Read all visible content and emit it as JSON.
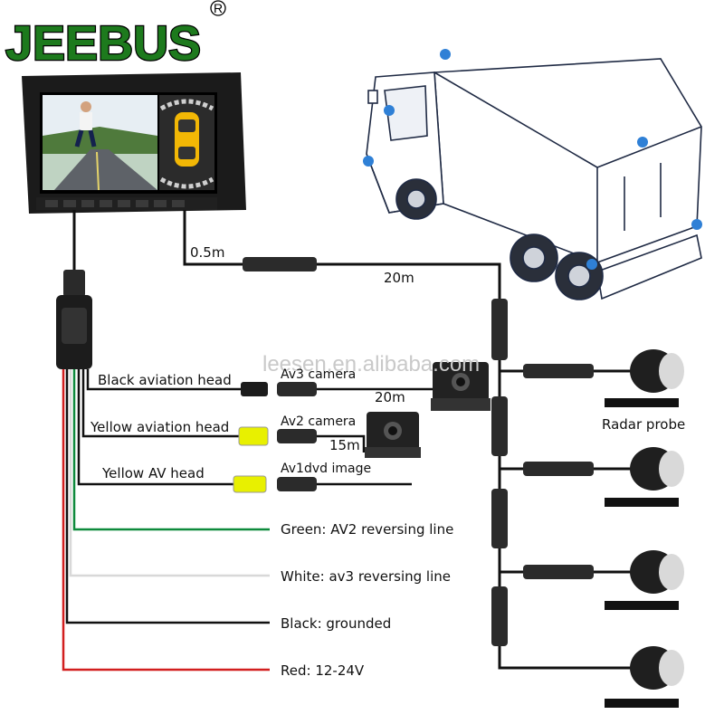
{
  "brand": {
    "name": "JEEBUS",
    "registered_mark": "R"
  },
  "watermark": "leesen.en.alibaba.com",
  "cables": {
    "monitor_lead": "0.5m",
    "radar_trunk": "20m",
    "av3_cable": "20m",
    "av2_cable": "15m"
  },
  "harness_labels": {
    "black_aviation": "Black aviation head",
    "yellow_aviation": "Yellow aviation head",
    "yellow_av": "Yellow AV head"
  },
  "inputs": {
    "av3": "Av3 camera",
    "av2": "Av2 camera",
    "av1": "Av1dvd image"
  },
  "wires": {
    "green": "Green: AV2 reversing line",
    "white": "White: av3 reversing line",
    "black": "Black: grounded",
    "red": "Red: 12-24V"
  },
  "radar_label": "Radar probe",
  "colors": {
    "brand_green": "#1d7a1d",
    "wire_green": "#0e8a3c",
    "wire_white": "#d8d8d8",
    "wire_black": "#111111",
    "wire_red": "#d21f1f",
    "yellow_plug": "#e8f000",
    "sensor_marker": "#2f80d6"
  },
  "icons": [
    "monitor",
    "truck",
    "camera",
    "radar-probe",
    "aviation-connector",
    "rca-plug"
  ]
}
